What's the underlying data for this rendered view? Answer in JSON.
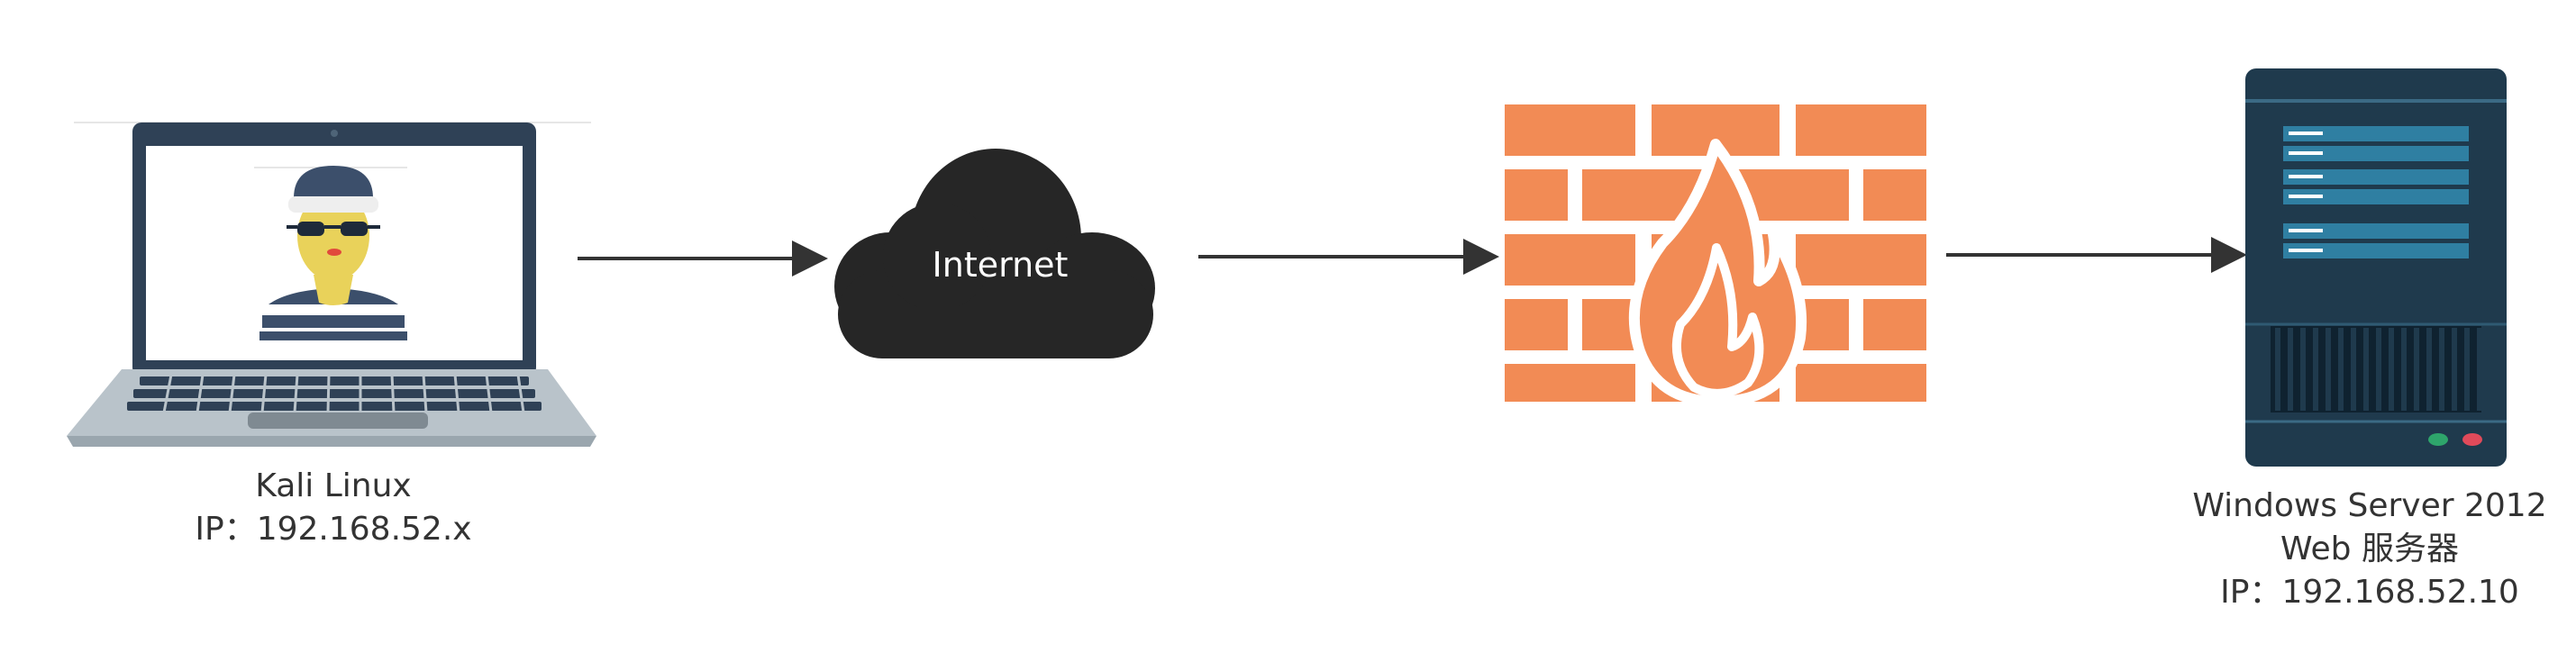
{
  "attacker": {
    "line1": "Kali Linux",
    "line2": "IP：192.168.52.x"
  },
  "cloud": {
    "label": "Internet"
  },
  "server": {
    "line1": "Windows Server 2012",
    "line2": "Web 服务器",
    "line3": "IP：192.168.52.10"
  },
  "colors": {
    "laptop_frame": "#2f4156",
    "laptop_base": "#b9c3ca",
    "keyboard": "#2f4156",
    "cloud": "#262626",
    "brick": "#f28b55",
    "flame_outline": "#ffffff",
    "server_body": "#1f3a4d",
    "server_stripe": "#2f7fa2",
    "led_green": "#2ea56b",
    "led_red": "#e04a5a",
    "arrow": "#333333"
  },
  "icons": {
    "attacker": "hacker-laptop-icon",
    "internet": "cloud-icon",
    "firewall": "firewall-icon",
    "server": "server-icon"
  }
}
